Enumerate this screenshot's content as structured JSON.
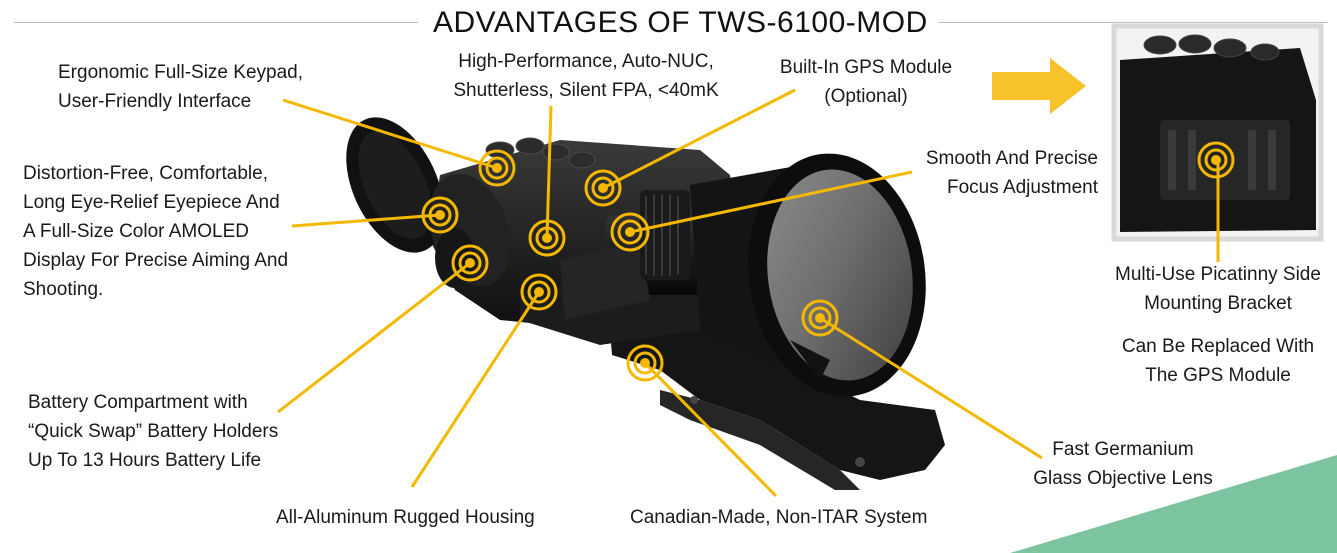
{
  "title": "ADVANTAGES OF TWS-6100-MOD",
  "colors": {
    "accent": "#f5b800",
    "arrow": "#f8c22a",
    "corner_green": "#7cc4a0",
    "title_rule": "#bdbdbd"
  },
  "features": {
    "keypad": [
      "Ergonomic Full-Size Keypad,",
      "User-Friendly Interface"
    ],
    "fpa": [
      "High-Performance, Auto-NUC,",
      "Shutterless, Silent FPA, <40mK"
    ],
    "gps": [
      "Built-In GPS Module",
      "(Optional)"
    ],
    "focus": [
      "Smooth And Precise",
      "Focus Adjustment"
    ],
    "eyepiece": [
      "Distortion-Free, Comfortable,",
      "Long Eye-Relief Eyepiece And",
      "A Full-Size Color AMOLED",
      "Display For Precise Aiming And",
      "Shooting."
    ],
    "picatinny": [
      "Multi-Use Picatinny Side",
      "Mounting Bracket"
    ],
    "replace": [
      "Can Be Replaced With",
      "The GPS Module"
    ],
    "battery": [
      "Battery Compartment with",
      "“Quick Swap” Battery Holders",
      "Up To 13 Hours Battery Life"
    ],
    "lens": [
      "Fast Germanium",
      "Glass Objective Lens"
    ],
    "housing": [
      "All-Aluminum Rugged Housing"
    ],
    "canadian": [
      "Canadian-Made, Non-ITAR System"
    ]
  }
}
